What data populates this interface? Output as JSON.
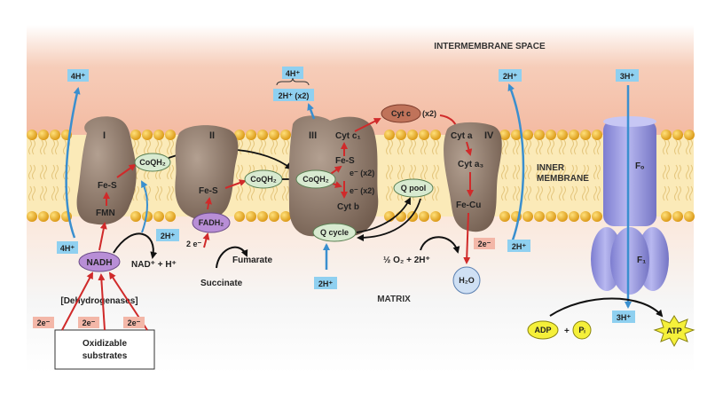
{
  "regions": {
    "intermembrane": "INTERMEMBRANE SPACE",
    "inner_membrane_line1": "INNER",
    "inner_membrane_line2": "MEMBRANE",
    "matrix": "MATRIX"
  },
  "complexes": {
    "c1": "I",
    "c2": "II",
    "c3": "III",
    "c4": "IV"
  },
  "complex1": {
    "fes": "Fe-S",
    "fmn": "FMN",
    "nadh": "NADH",
    "nad_products": "NAD⁺ + H⁺",
    "dehydrogenases": "[Dehydrogenases]",
    "substrates_line1": "Oxidizable",
    "substrates_line2": "substrates",
    "electrons": [
      "2e⁻",
      "2e⁻",
      "2e⁻"
    ]
  },
  "complex2": {
    "fes": "Fe-S",
    "fadh2": "FADH₂",
    "two_e": "2 e⁻",
    "fumarate": "Fumarate",
    "succinate": "Succinate"
  },
  "carriers": {
    "coqh2_a": "CoQH₂",
    "coqh2_b": "CoQH₂",
    "coqh2_c": "CoQH₂",
    "q_pool": "Q pool",
    "q_cycle": "Q cycle",
    "cytc": "Cyt c",
    "cytc_x2": "(x2)"
  },
  "complex3": {
    "cytc1": "Cyt c₁",
    "fes": "Fe-S",
    "e_x2_a": "e⁻ (x2)",
    "e_x2_b": "e⁻ (x2)",
    "cytb": "Cyt b"
  },
  "complex4": {
    "cyta": "Cyt a",
    "cyta3": "Cyt a₃",
    "fecu": "Fe-Cu",
    "two_e": "2e⁻",
    "o2_eq": "½ O₂ + 2H⁺",
    "h2o": "H₂O"
  },
  "synthase": {
    "fo": "Fₒ",
    "f1": "F₁",
    "adp": "ADP",
    "plus": "+",
    "pi": "Pᵢ",
    "atp": "ATP"
  },
  "protons": {
    "c1_out": "4H⁺",
    "c1_in": "4H⁺",
    "c1_in2": "2H⁺",
    "c3_out_top": "4H⁺",
    "c3_out_x2": "2H⁺ (x2)",
    "c3_in": "2H⁺",
    "c4_out": "2H⁺",
    "c4_in": "2H⁺",
    "atp_out": "3H⁺",
    "atp_in": "3H⁺"
  },
  "colors": {
    "intermembrane_top": "#f2b29a",
    "matrix_bottom": "#f4f4f4",
    "bilayer": "#fbeab8",
    "lipid_head": "#f0b12a",
    "protein": "#8b7566",
    "synthase": "#9b9be0",
    "carrier_green": "#d8ead0",
    "nadh_purple": "#b88ed6",
    "cytc_brown": "#c0735a",
    "proton_box": "#8fd0f0",
    "arrow_blue": "#3a8fcf",
    "arrow_red": "#d02a2a",
    "atp_yellow": "#f5f03a"
  }
}
